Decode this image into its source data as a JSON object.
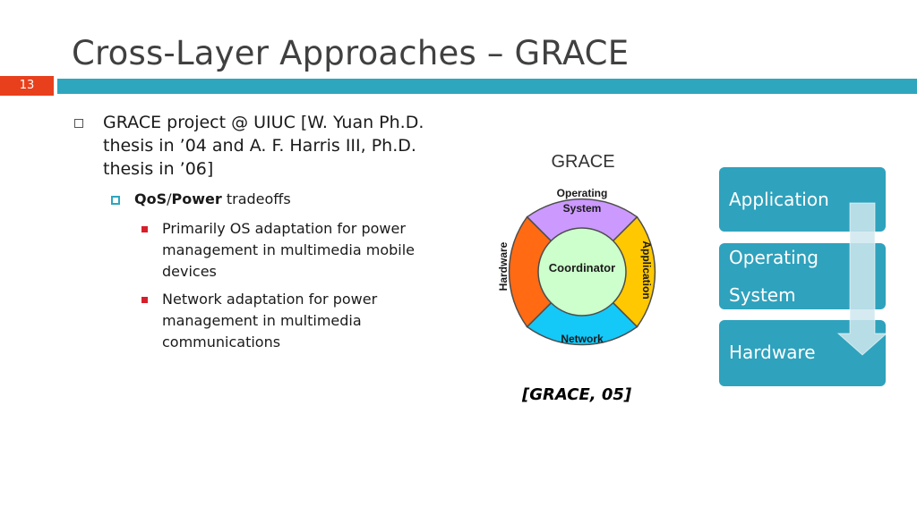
{
  "slide": {
    "title": "Cross-Layer Approaches – GRACE",
    "number": "13"
  },
  "bullets": {
    "level1": "GRACE project @ UIUC   [W. Yuan Ph.D. thesis in ’04 and A. F. Harris III, Ph.D. thesis in ’06]",
    "level2_bold_qos": "QoS",
    "level2_sep": "/",
    "level2_bold_power": "Power",
    "level2_rest": " tradeoffs",
    "level3_a": "Primarily OS adaptation for power management in multimedia mobile devices",
    "level3_b": "Network adaptation for power management in multimedia communications"
  },
  "diagram": {
    "title": "GRACE",
    "center": "Coordinator",
    "top_line1": "Operating",
    "top_line2": "System",
    "left": "Hardware",
    "right": "Application",
    "bottom": "Network",
    "colors": {
      "top": "#cc99ff",
      "left": "#ff6a13",
      "right": "#ffc800",
      "bottom": "#14c8f7",
      "center": "#ccffcc"
    }
  },
  "caption": "[GRACE, 05]",
  "stack": {
    "box1": "Application",
    "box2_line1": "Operating",
    "box2_line2": "System",
    "box3": "Hardware",
    "color": "#2fa2bd"
  }
}
